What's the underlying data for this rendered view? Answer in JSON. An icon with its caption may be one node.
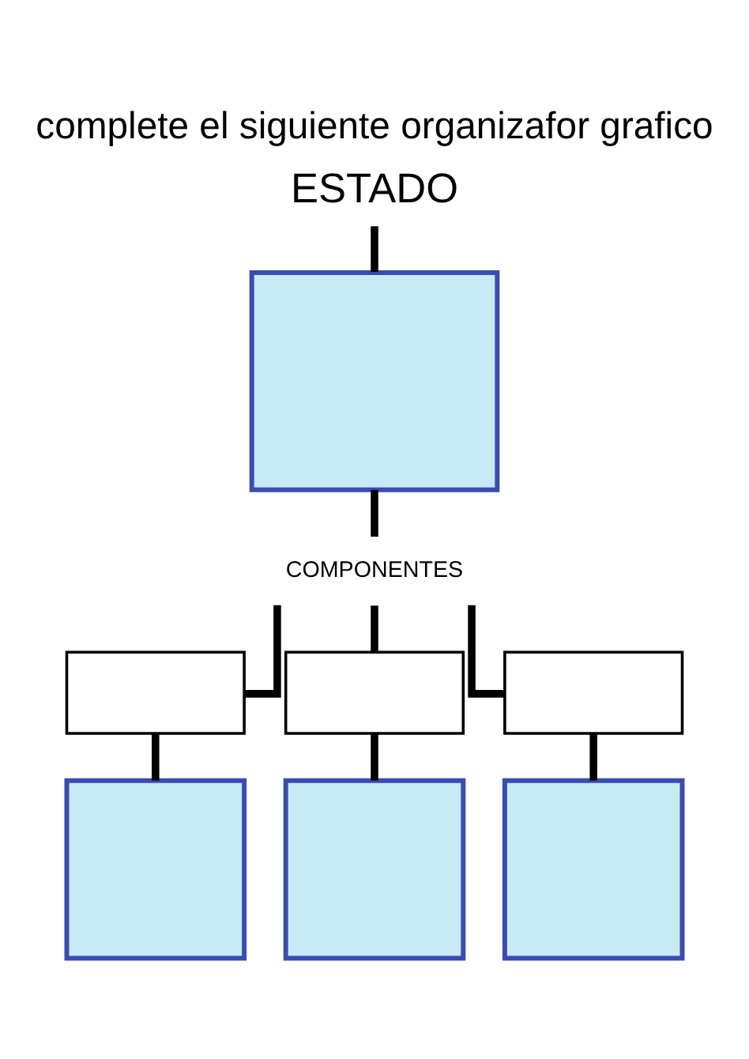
{
  "diagram": {
    "title": "complete el siguiente organizafor grafico",
    "nodes": [
      {
        "text": [
          "ESTADO"
        ]
      },
      {
        "text": [],
        "shape": "box"
      },
      {
        "text": [
          "COMPONENTES"
        ]
      },
      {
        "text": [],
        "shape": "box"
      },
      {
        "text": [],
        "shape": "box"
      },
      {
        "text": [],
        "shape": "box"
      },
      {
        "text": [],
        "shape": "box"
      },
      {
        "text": [],
        "shape": "box"
      },
      {
        "text": [],
        "shape": "box"
      }
    ],
    "edges": [
      {
        "from": 0,
        "to": 1,
        "arrow": "none"
      },
      {
        "from": 1,
        "to": 2,
        "arrow": "none"
      },
      {
        "from": 2,
        "to": 3,
        "arrow": "none"
      },
      {
        "from": 2,
        "to": 4,
        "arrow": "none"
      },
      {
        "from": 2,
        "to": 5,
        "arrow": "none"
      },
      {
        "from": 3,
        "to": 6,
        "arrow": "none"
      },
      {
        "from": 4,
        "to": 7,
        "arrow": "none"
      },
      {
        "from": 5,
        "to": 8,
        "arrow": "none"
      }
    ]
  }
}
